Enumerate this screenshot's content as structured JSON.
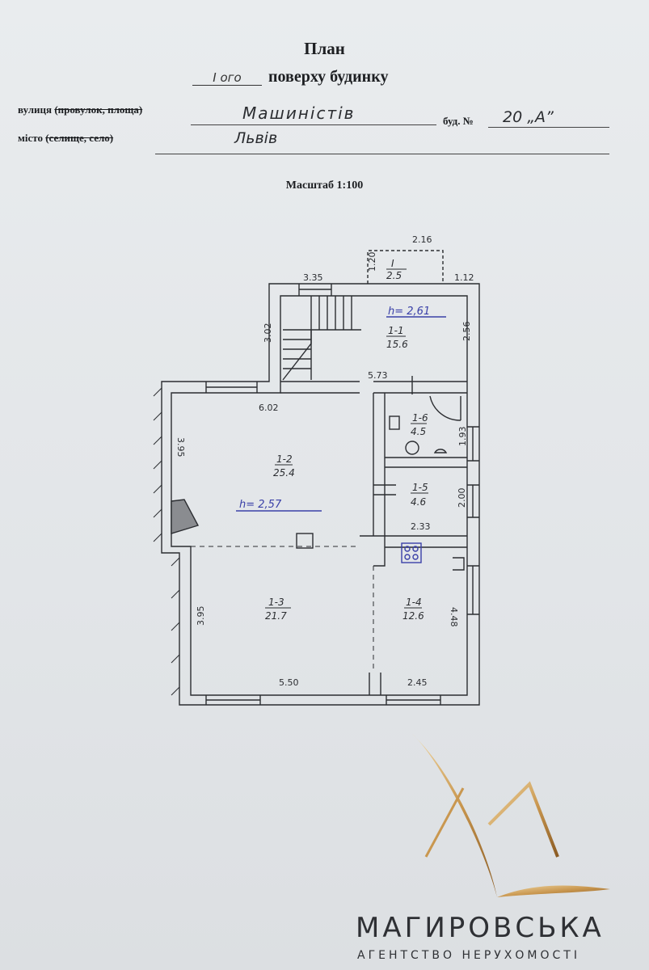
{
  "header": {
    "title": "План",
    "floor_value": "I ого",
    "floor_label": "поверху будинку",
    "street_label_plain": "вулиця ",
    "street_label_struck": "(провулок, площа)",
    "street_value": "Машиністів",
    "building_label": "буд. №",
    "building_value": "20 „А”",
    "city_label_plain": "місто ",
    "city_label_struck": "(селище, село)",
    "city_value": "Львів",
    "scale": "Масштаб 1:100"
  },
  "plan": {
    "rooms": [
      {
        "id": "1-1",
        "area": "15.6"
      },
      {
        "id": "1-2",
        "area": "25.4"
      },
      {
        "id": "1-3",
        "area": "21.7"
      },
      {
        "id": "1-4",
        "area": "12.6"
      },
      {
        "id": "1-5",
        "area": "4.6"
      },
      {
        "id": "1-6",
        "area": "4.5"
      },
      {
        "id": "I",
        "area": "2.5"
      }
    ],
    "heights": [
      "h= 2,61",
      "h= 2,57"
    ],
    "dims": {
      "d216": "2.16",
      "d120": "1.20",
      "d335": "3.35",
      "d112": "1.12",
      "d302": "3.02",
      "d256": "2.56",
      "d573": "5.73",
      "d602": "6.02",
      "d395a": "3.95",
      "d193": "1.93",
      "d200": "2.00",
      "d233": "2.33",
      "d395b": "3.95",
      "d448": "4.48",
      "d550": "5.50",
      "d245": "2.45"
    }
  },
  "brand": {
    "name": "МАГИРОВСЬКА",
    "tagline": "АГЕНТСТВО НЕРУХОМОСТІ",
    "colors": {
      "gold_light": "#e8c98a",
      "gold_dark": "#9a6a2e"
    }
  }
}
